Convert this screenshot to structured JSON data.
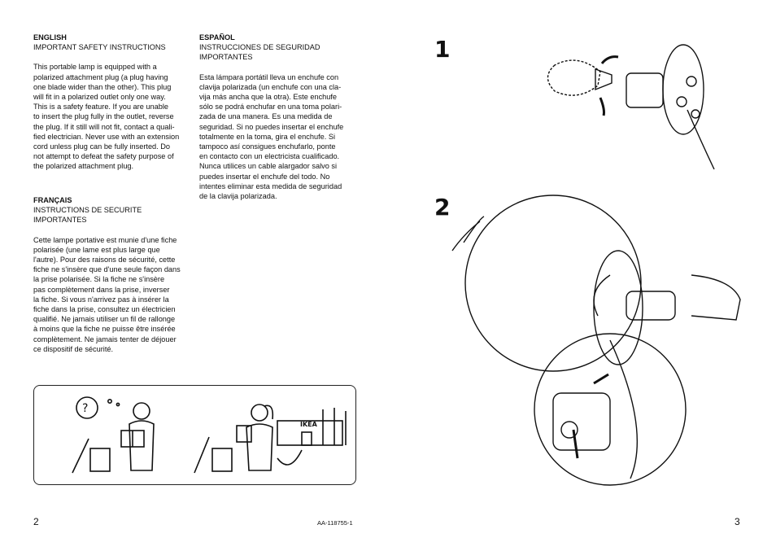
{
  "english": {
    "heading": "ENGLISH",
    "subheading": "IMPORTANT SAFETY INSTRUCTIONS",
    "body": "This portable lamp is equipped with a\npolarized attachment plug (a plug having\none blade wider than the other). This plug\nwill fit in a polarized outlet only one way.\nThis is a safety feature. If you are unable\nto insert the plug fully in the outlet, reverse\nthe plug. If it still will not fit, contact a quali-\nfied electrician. Never use with an extension\ncord unless plug can be fully inserted. Do\nnot attempt to defeat the safety purpose of\nthe polarized attachment plug."
  },
  "french": {
    "heading": "FRANÇAIS",
    "subheading": "INSTRUCTIONS DE SECURITE IMPORTANTES",
    "body": "Cette lampe portative est munie d'une fiche\npolarisée (une lame est plus large que\nl'autre). Pour des raisons de sécurité, cette\nfiche ne s'insère que d'une seule façon dans\nla prise polarisée. Si la fiche ne s'insère\npas complètement dans la prise, inverser\nla fiche. Si vous n'arrivez pas à insérer la\nfiche dans la prise, consultez un électricien\nqualifié. Ne jamais utiliser un fil de rallonge\nà moins que la fiche ne puisse être insérée\ncomplètement. Ne jamais tenter de déjouer\nce dispositif de sécurité."
  },
  "spanish": {
    "heading": "ESPAÑOL",
    "subheading": "INSTRUCCIONES DE SEGURIDAD\nIMPORTANTES",
    "body": "Esta lámpara portátil lleva un enchufe con\nclavija polarizada (un enchufe con una cla-\nvija más ancha que la otra). Este enchufe\nsólo se podrá enchufar en una toma polari-\nzada de una manera. Es una medida de\nseguridad. Si no puedes insertar el enchufe\ntotalmente en la toma, gira el enchufe. Si\ntampoco así consigues enchufarlo, ponte\nen contacto con un electricista cualificado.\nNunca utilices un cable alargador salvo si\npuedes insertar el enchufe del todo. No\nintentes eliminar esta medida de seguridad\nde la clavija polarizada."
  },
  "help_box": {
    "question_mark": "?",
    "store_sign": "IKEA"
  },
  "steps": [
    "1",
    "2"
  ],
  "footer": {
    "page_left": "2",
    "article_code": "AA-118755-1",
    "page_right": "3"
  }
}
